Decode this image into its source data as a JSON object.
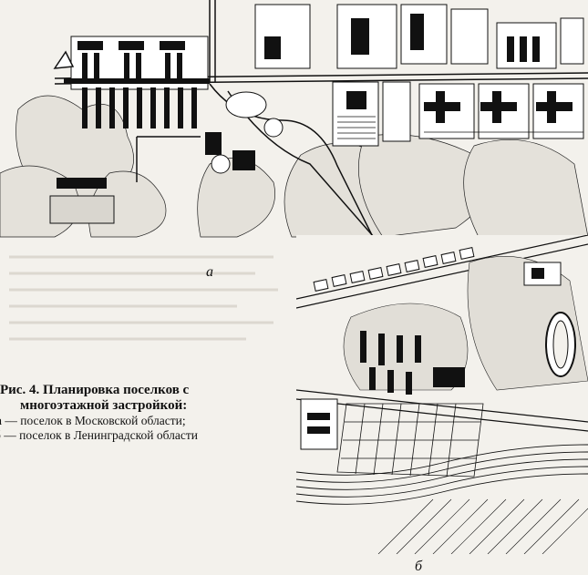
{
  "figure": {
    "title_line1": "Рис. 4. Планировка поселков с",
    "title_line2": "многоэтажной застройкой:",
    "item_a": "а — поселок в Московской области;",
    "item_b": "б — поселок в Ленинградской области"
  },
  "sublabels": {
    "a": "а",
    "b": "б"
  },
  "colors": {
    "ink": "#111111",
    "paper": "#f3f1ec",
    "tint": "#d9d6cf"
  }
}
